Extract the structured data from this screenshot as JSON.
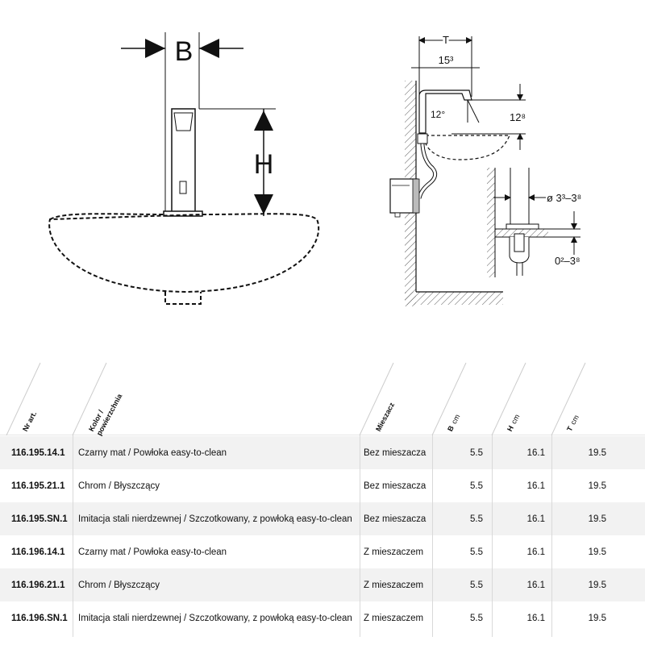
{
  "drawing": {
    "labels": {
      "b": "B",
      "h": "H",
      "t": "T",
      "depth": "15³",
      "angle": "12°",
      "height": "12⁸",
      "hole": "ø 3³–3⁸",
      "plate": "0²–3⁸"
    }
  },
  "table": {
    "headers": {
      "art": "Nr art.",
      "color_line1": "Kolor /",
      "color_line2": "powierzchnia",
      "mixer": "Mieszacz",
      "b": "B",
      "h": "H",
      "t": "T",
      "unit": "cm"
    },
    "rows": [
      {
        "art": "116.195.14.1",
        "color": "Czarny mat / Powłoka easy-to-clean",
        "mixer": "Bez mieszacza",
        "b": "5.5",
        "h": "16.1",
        "t": "19.5"
      },
      {
        "art": "116.195.21.1",
        "color": "Chrom / Błyszczący",
        "mixer": "Bez mieszacza",
        "b": "5.5",
        "h": "16.1",
        "t": "19.5"
      },
      {
        "art": "116.195.SN.1",
        "color": "Imitacja stali nierdzewnej / Szczotkowany, z powłoką easy-to-clean",
        "mixer": "Bez mieszacza",
        "b": "5.5",
        "h": "16.1",
        "t": "19.5"
      },
      {
        "art": "116.196.14.1",
        "color": "Czarny mat / Powłoka easy-to-clean",
        "mixer": "Z mieszaczem",
        "b": "5.5",
        "h": "16.1",
        "t": "19.5"
      },
      {
        "art": "116.196.21.1",
        "color": "Chrom / Błyszczący",
        "mixer": "Z mieszaczem",
        "b": "5.5",
        "h": "16.1",
        "t": "19.5"
      },
      {
        "art": "116.196.SN.1",
        "color": "Imitacja stali nierdzewnej / Szczotkowany, z powłoką easy-to-clean",
        "mixer": "Z mieszaczem",
        "b": "5.5",
        "h": "16.1",
        "t": "19.5"
      }
    ]
  }
}
